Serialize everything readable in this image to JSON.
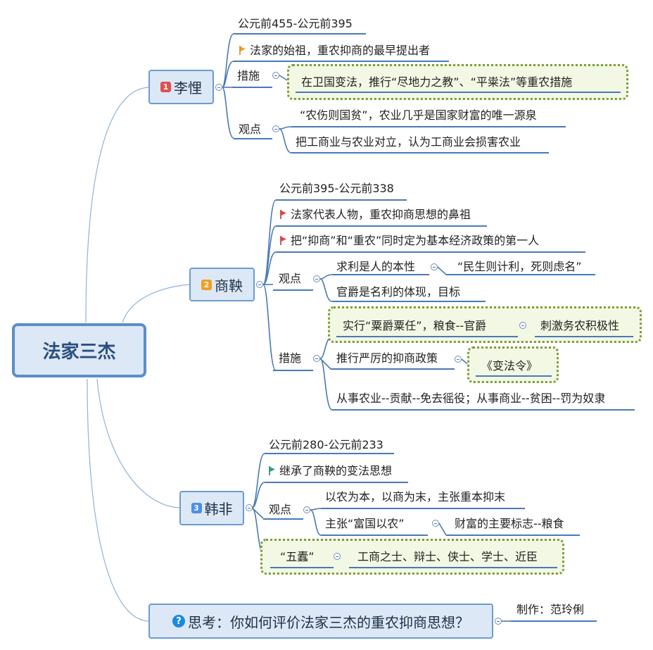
{
  "root": "法家三杰",
  "colors": {
    "badge1": "#e05050",
    "badge2": "#f0a020",
    "badge3": "#4a90e2",
    "flag_orange": "#f0a020",
    "flag_red": "#e04848",
    "flag_teal": "#2e9e8e"
  },
  "li_kui": {
    "badge": "1",
    "name": "李悝",
    "dates": "公元前455-公元前395",
    "note": "法家的始祖，重农抑商的最早提出者",
    "measures_label": "措施",
    "measure": "在卫国变法，推行“尽地力之教”、“平粜法”等重农措施",
    "views_label": "观点",
    "views": [
      "“农伤则国贫”，农业几乎是国家财富的唯一源泉",
      "把工商业与农业对立，认为工商业会损害农业"
    ]
  },
  "shang_yang": {
    "badge": "2",
    "name": "商鞅",
    "dates": "公元前395-公元前338",
    "notes": [
      "法家代表人物，重农抑商思想的鼻祖",
      "把“抑商”和“重农”同时定为基本经济政策的第一人"
    ],
    "views_label": "观点",
    "view1": "求利是人的本性",
    "view1_detail": "“民生则计利，死则虑名”",
    "view2": "官爵是名利的体现，目标",
    "measures_label": "措施",
    "measure1": "实行“粟爵粟任”，粮食--官爵",
    "measure1_detail": "刺激务农积极性",
    "measure2": "推行严厉的抑商政策",
    "measure2_detail": "《变法令》",
    "measure3": "从事农业--贡献--免去徭役；从事商业--贫困--罚为奴隶"
  },
  "han_fei": {
    "badge": "3",
    "name": "韩非",
    "dates": "公元前280-公元前233",
    "note": "继承了商鞅的变法思想",
    "views_label": "观点",
    "view1": "以农为本，以商为末，主张重本抑末",
    "view2": "主张“富国以农”",
    "view2_detail": "财富的主要标志--粮食",
    "wudu": "“五蠹”",
    "wudu_detail": "工商之士、辩士、侠士、学士、近臣"
  },
  "think": {
    "q_icon": "?",
    "text": "思考：你如何评价法家三杰的重农抑商思想？",
    "author": "制作：范玲俐"
  }
}
